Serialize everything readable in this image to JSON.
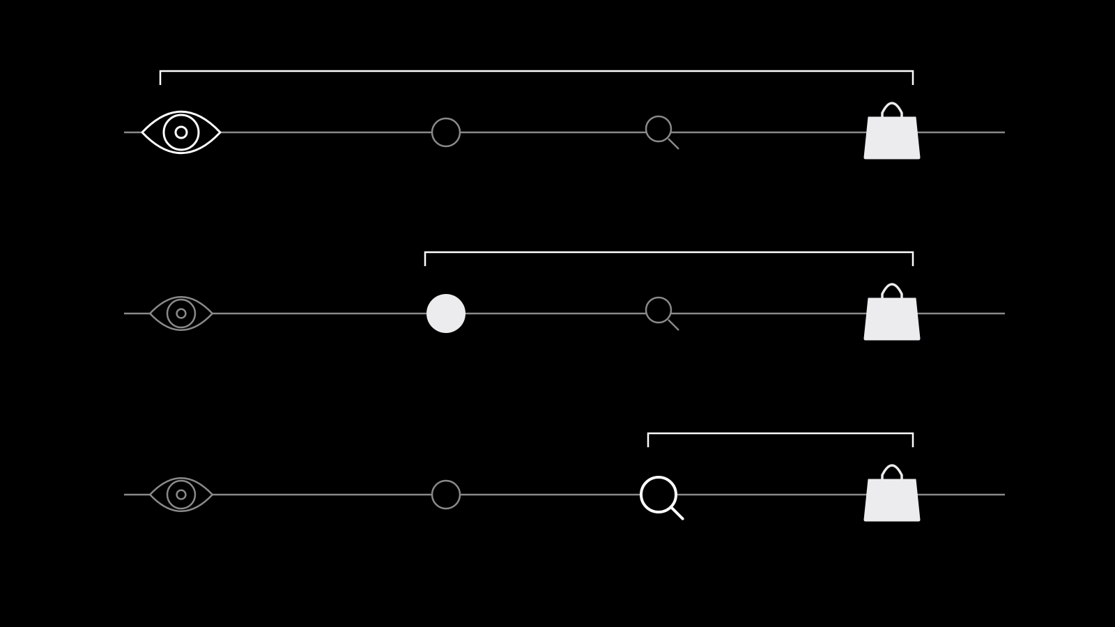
{
  "diagram": {
    "stages": [
      {
        "key": "eye",
        "icon": "eye-icon"
      },
      {
        "key": "circle",
        "icon": "circle-icon"
      },
      {
        "key": "search",
        "icon": "search-icon"
      },
      {
        "key": "bag",
        "icon": "shopping-bag-icon"
      }
    ],
    "rows": [
      {
        "active_stage": 0,
        "bracket_from": 0,
        "bracket_to": 3
      },
      {
        "active_stage": 1,
        "bracket_from": 1,
        "bracket_to": 3
      },
      {
        "active_stage": 2,
        "bracket_from": 2,
        "bracket_to": 3
      }
    ],
    "colors": {
      "background": "#000000",
      "active": "#ffffff",
      "inactive": "#8a8a8a",
      "bag_fill": "#ececee"
    }
  }
}
